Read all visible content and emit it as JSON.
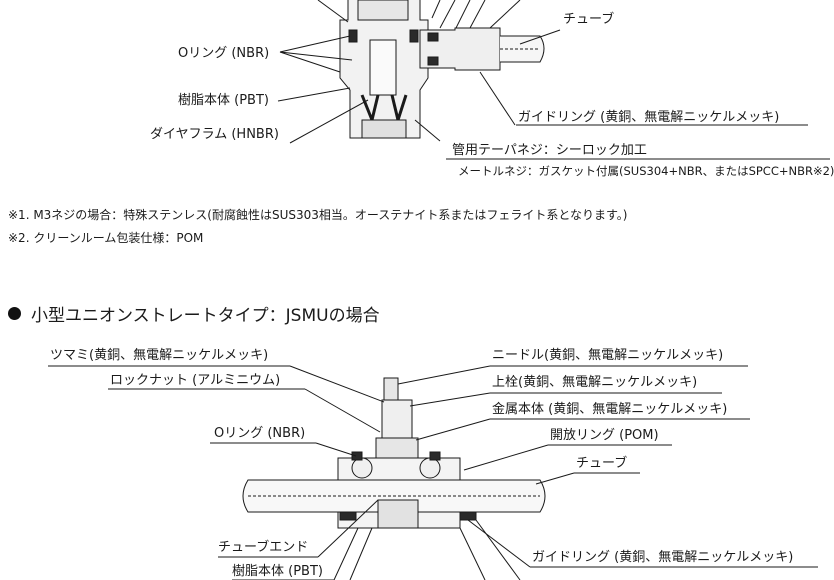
{
  "top_diagram": {
    "labels": {
      "tube": "チューブ",
      "o_ring": "Oリング (NBR)",
      "resin_body": "樹脂本体 (PBT)",
      "guide_ring": "ガイドリング (黄銅、無電解ニッケルメッキ)",
      "diaphragm": "ダイヤフラム (HNBR)",
      "pipe_thread": "管用テーパネジ：シーロック加工",
      "metric_thread": "メートルネジ：ガスケット付属(SUS304+NBR、またはSPCC+NBR※2)"
    }
  },
  "notes": [
    "※1. M3ネジの場合：特殊ステンレス(耐腐蝕性はSUS303相当。オーステナイト系またはフェライト系となります。)",
    "※2. クリーンルーム包装仕様：POM"
  ],
  "section_heading": "小型ユニオンストレートタイプ：JSMUの場合",
  "bottom_diagram": {
    "labels": {
      "knob": "ツマミ(黄銅、無電解ニッケルメッキ)",
      "lock_nut": "ロックナット (アルミニウム)",
      "o_ring": "Oリング (NBR)",
      "tube_end": "チューブエンド",
      "resin_body": "樹脂本体 (PBT)",
      "needle": "ニードル(黄銅、無電解ニッケルメッキ)",
      "upper_plug": "上栓(黄銅、無電解ニッケルメッキ)",
      "metal_body": "金属本体 (黄銅、無電解ニッケルメッキ)",
      "release_ring": "開放リング (POM)",
      "tube": "チューブ",
      "guide_ring": "ガイドリング (黄銅、無電解ニッケルメッキ)"
    }
  },
  "colors": {
    "line": "#1a1a1a",
    "metal_fill": "#e6e6e6",
    "dark_part": "#2a2a2a"
  }
}
